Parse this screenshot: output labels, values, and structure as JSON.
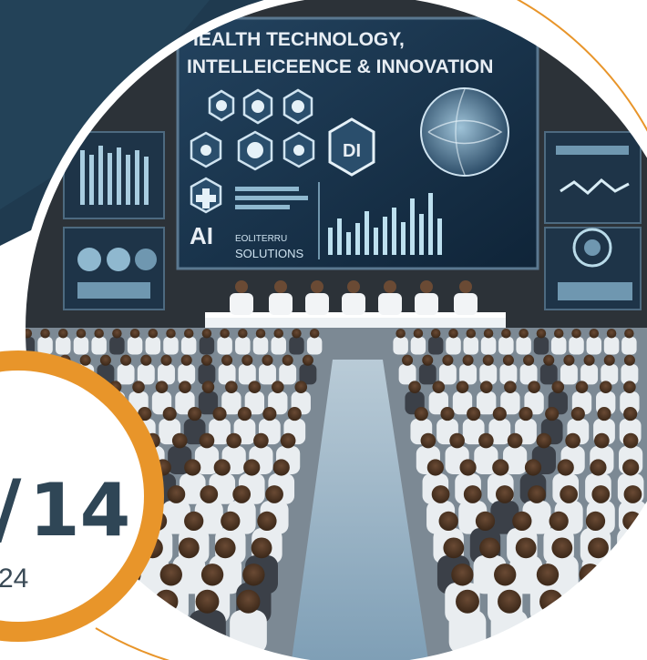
{
  "screen": {
    "headline_line1": "IEALTH TECHNOLOGY,",
    "headline_line2": "INTELLEICEENCE & INNOVATION",
    "center_badge": "DI",
    "ai_label": "AI",
    "solutions_line1": "EOLITERRU",
    "solutions_line2": "SOLUTIONS"
  },
  "date_badge": {
    "day_fragment": "14",
    "year_fragment": "24"
  },
  "colors": {
    "dark_corner": "#1f3a4f",
    "ring_orange": "#e8952a",
    "screen_blue": "#1d3a56",
    "coat_white": "#e9edf0",
    "aisle_blue": "#8fb0c8"
  }
}
